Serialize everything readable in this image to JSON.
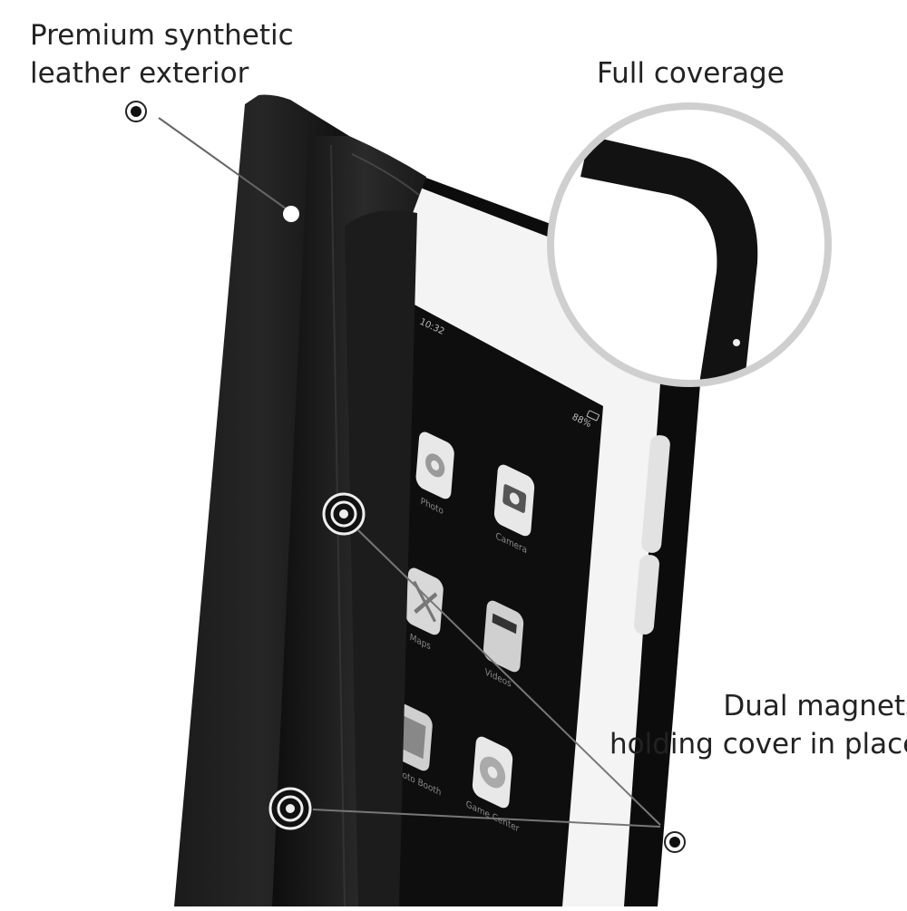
{
  "callouts": {
    "leather": {
      "line1": "Premium synthetic",
      "line2": "leather exterior"
    },
    "coverage": {
      "text": "Full coverage"
    },
    "magnets": {
      "line1": "Dual magnets",
      "line2": "holding cover in place"
    }
  },
  "screen": {
    "time": "10:32",
    "battery": "88%",
    "apps": [
      {
        "name": "photo-app-icon",
        "label": "Photo"
      },
      {
        "name": "camera-app-icon",
        "label": "Camera"
      },
      {
        "name": "maps-app-icon",
        "label": "Maps"
      },
      {
        "name": "videos-app-icon",
        "label": "Videos"
      },
      {
        "name": "photo-booth-app-icon",
        "label": "Photo Booth"
      },
      {
        "name": "game-center-app-icon",
        "label": "Game Center"
      }
    ]
  },
  "colors": {
    "case": "#141414",
    "screen": "#0e0e0e",
    "bezel": "#f4f4f4",
    "ring": "#cfcfcf",
    "text": "#222222"
  }
}
